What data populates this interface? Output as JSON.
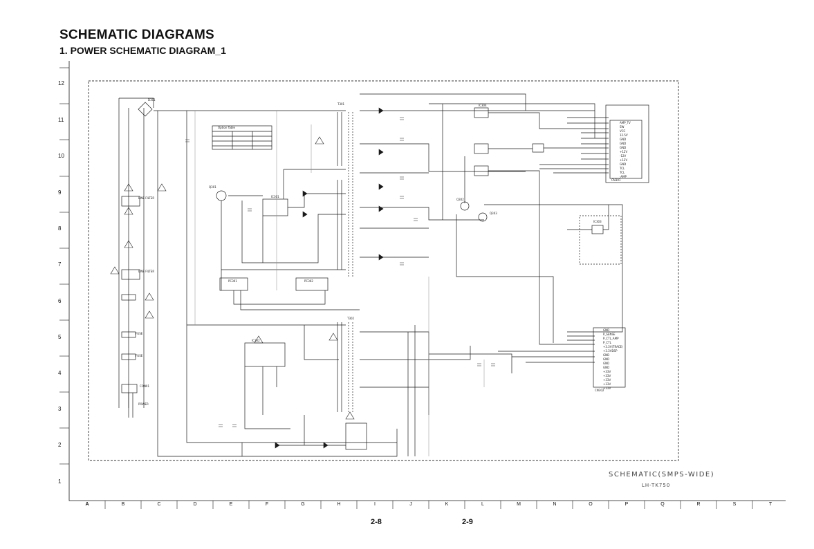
{
  "header": {
    "title": "SCHEMATIC DIAGRAMS",
    "subtitle": "1. POWER SCHEMATIC DIAGRAM_1"
  },
  "grid": {
    "rows": [
      "12",
      "11",
      "10",
      "9",
      "8",
      "7",
      "6",
      "5",
      "4",
      "3",
      "2",
      "1"
    ],
    "columns": [
      "A",
      "B",
      "C",
      "D",
      "E",
      "F",
      "G",
      "H",
      "I",
      "J",
      "K",
      "L",
      "M",
      "N",
      "O",
      "P",
      "Q",
      "R",
      "S",
      "T"
    ],
    "active_column": "A"
  },
  "pages": {
    "left": "2-8",
    "right": "2-9"
  },
  "title_block": {
    "name": "SCHEMATIC(SMPS-WIDE)",
    "model": "LH-TK750"
  },
  "components": {
    "bridge": "D301",
    "line_filter_1": "LINE FILTER",
    "line_filter_2": "LINE FILTER",
    "fuse_1": "FUSE",
    "fuse_2": "FUSE",
    "connector": "CON01",
    "power_cord": "POWER",
    "ic_1": "IC301",
    "ic_2": "IC302",
    "ic_3": "IC303",
    "ic_4": "IC304",
    "pc_1": "PC301",
    "pc_2": "PC302",
    "transformer_1": "T301",
    "transformer_2": "T302",
    "q_1": "Q301",
    "q_2": "Q302",
    "q_3": "Q303",
    "connector_1": "CN301",
    "connector_2": "CN302",
    "table_title": "Option Table"
  },
  "connector_1_pins": [
    "AMP_TV",
    "SW",
    "VCC",
    "12.5V",
    "GND",
    "GND",
    "GND",
    "+12V",
    "-12V",
    "+12V",
    "GND",
    "TCL",
    "TCL",
    "-AMP"
  ],
  "connector_2_pins": [
    "GND",
    "P_SENSE",
    "P_CTL_AMP",
    "P_CTL",
    "+3.3V(TRACE)",
    "+3.3VDSP",
    "GND",
    "GND",
    "GND",
    "GND",
    "+33V",
    "+33V",
    "+33V",
    "+33V",
    "+33V"
  ],
  "colors": {
    "line": "#1a1a1a",
    "dash": "#333333",
    "ground_line": "#8a8a8a"
  }
}
